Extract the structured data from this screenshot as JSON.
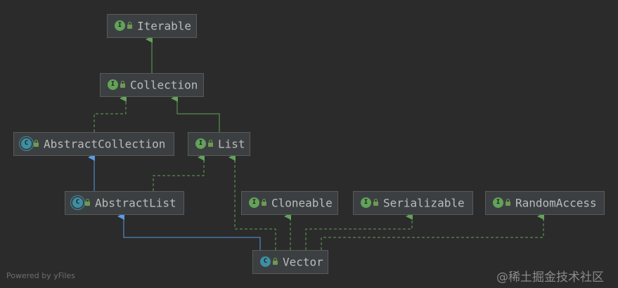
{
  "nodes": {
    "iterable": {
      "label": "Iterable",
      "kind": "interface",
      "badge": "I"
    },
    "collection": {
      "label": "Collection",
      "kind": "interface",
      "badge": "I"
    },
    "abstract_collection": {
      "label": "AbstractCollection",
      "kind": "abstract",
      "badge": "C"
    },
    "list": {
      "label": "List",
      "kind": "interface",
      "badge": "I"
    },
    "abstract_list": {
      "label": "AbstractList",
      "kind": "abstract",
      "badge": "C"
    },
    "cloneable": {
      "label": "Cloneable",
      "kind": "interface",
      "badge": "I"
    },
    "serializable": {
      "label": "Serializable",
      "kind": "interface",
      "badge": "I"
    },
    "random_access": {
      "label": "RandomAccess",
      "kind": "interface",
      "badge": "I"
    },
    "vector": {
      "label": "Vector",
      "kind": "class",
      "badge": "C"
    }
  },
  "edges": [
    {
      "from": "collection",
      "to": "iterable",
      "type": "extends-interface"
    },
    {
      "from": "abstract_collection",
      "to": "collection",
      "type": "implements"
    },
    {
      "from": "list",
      "to": "collection",
      "type": "extends-interface"
    },
    {
      "from": "abstract_list",
      "to": "abstract_collection",
      "type": "extends-class"
    },
    {
      "from": "abstract_list",
      "to": "list",
      "type": "implements"
    },
    {
      "from": "vector",
      "to": "abstract_list",
      "type": "extends-class"
    },
    {
      "from": "vector",
      "to": "list",
      "type": "implements"
    },
    {
      "from": "vector",
      "to": "cloneable",
      "type": "implements"
    },
    {
      "from": "vector",
      "to": "serializable",
      "type": "implements"
    },
    {
      "from": "vector",
      "to": "random_access",
      "type": "implements"
    }
  ],
  "colors": {
    "background": "#2b2b2b",
    "interface_edge": "#62a35a",
    "class_edge": "#5a9be6",
    "node_fill": "#3c3f41",
    "node_border": "#5a5a5a",
    "text": "#bbbbbb"
  },
  "footer": {
    "text": "Powered by yFiles"
  },
  "watermark": {
    "text": "@稀土掘金技术社区"
  }
}
